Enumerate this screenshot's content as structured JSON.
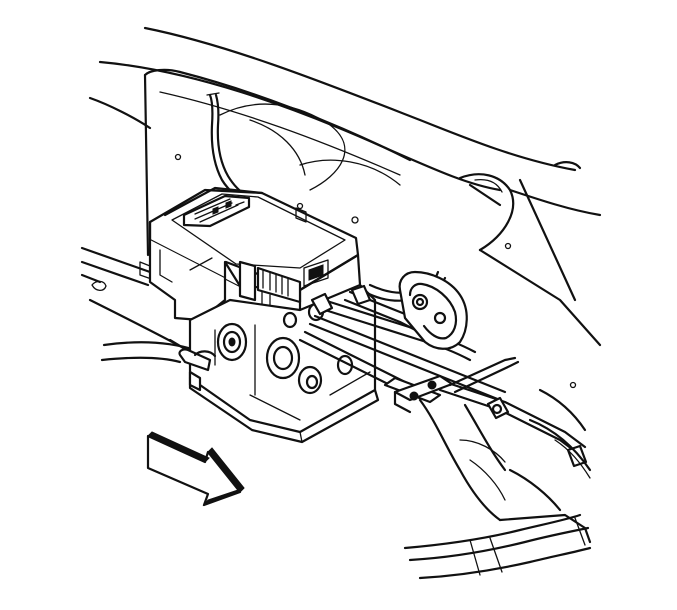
{
  "figure": {
    "kind": "line-art technical illustration",
    "line_color": "#111111",
    "background_color": "#ffffff",
    "components": [
      "vehicle-frame-rail",
      "frame-crossmember",
      "abs-control-module",
      "hydraulic-modulator",
      "brake-lines",
      "mounting-bracket",
      "front-direction-arrow"
    ],
    "arrow_direction": "down-right"
  }
}
